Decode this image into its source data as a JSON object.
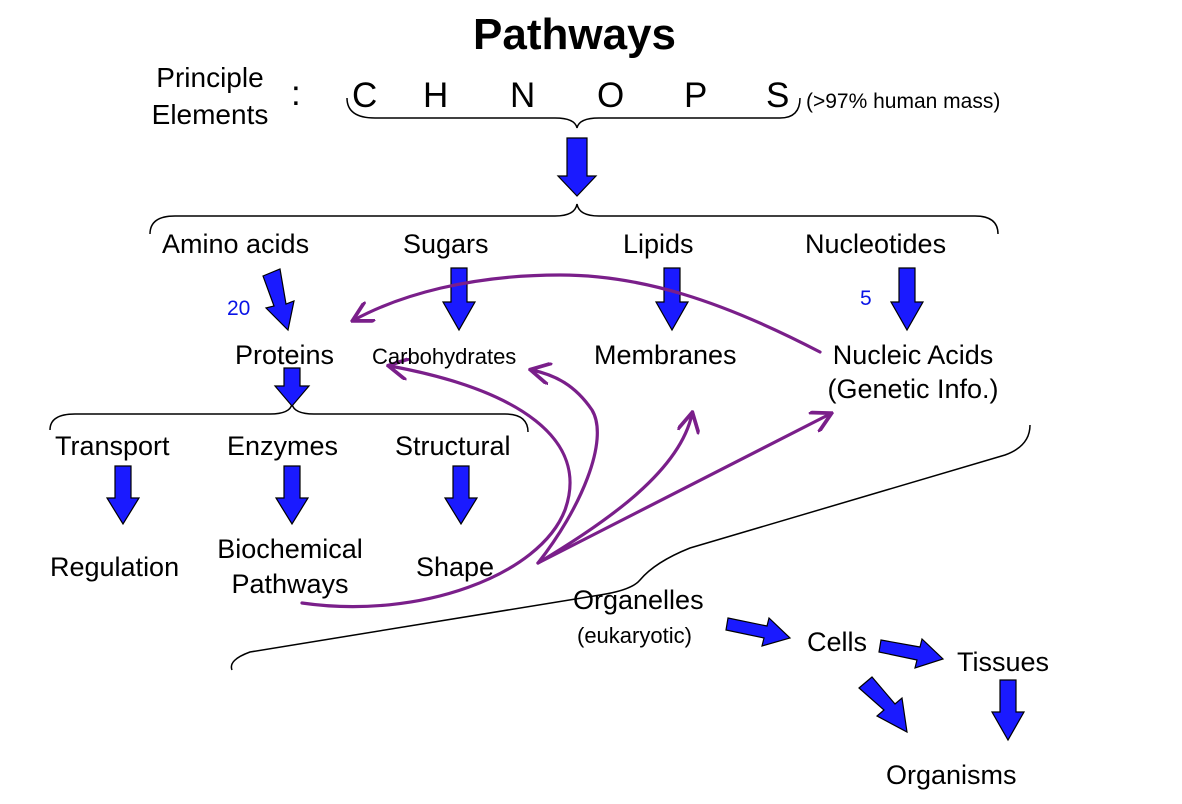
{
  "title": "Pathways",
  "principle_label_line1": "Principle",
  "principle_label_line2": "Elements",
  "colon": ":",
  "elements": [
    "C",
    "H",
    "N",
    "O",
    "P",
    "S"
  ],
  "mass_note": "(>97% human mass)",
  "building_blocks": {
    "amino_acids": "Amino acids",
    "sugars": "Sugars",
    "lipids": "Lipids",
    "nucleotides": "Nucleotides"
  },
  "counts": {
    "amino_acids": "20",
    "nucleotides": "5"
  },
  "macromolecules": {
    "proteins": "Proteins",
    "carbohydrates": "Carbohydrates",
    "membranes": "Membranes",
    "nucleic_acids_line1": "Nucleic Acids",
    "nucleic_acids_line2": "(Genetic Info.)"
  },
  "protein_roles": {
    "transport": "Transport",
    "enzymes": "Enzymes",
    "structural": "Structural"
  },
  "outcomes": {
    "regulation": "Regulation",
    "biochemical_line1": "Biochemical",
    "biochemical_line2": "Pathways",
    "shape": "Shape"
  },
  "hierarchy": {
    "organelles": "Organelles",
    "organelles_note": "(eukaryotic)",
    "cells": "Cells",
    "tissues": "Tissues",
    "organisms": "Organisms"
  },
  "colors": {
    "arrow_fill": "#1a1aff",
    "arrow_stroke": "#000000",
    "feedback": "#7a1f8a",
    "count_text": "#0a14e6"
  }
}
